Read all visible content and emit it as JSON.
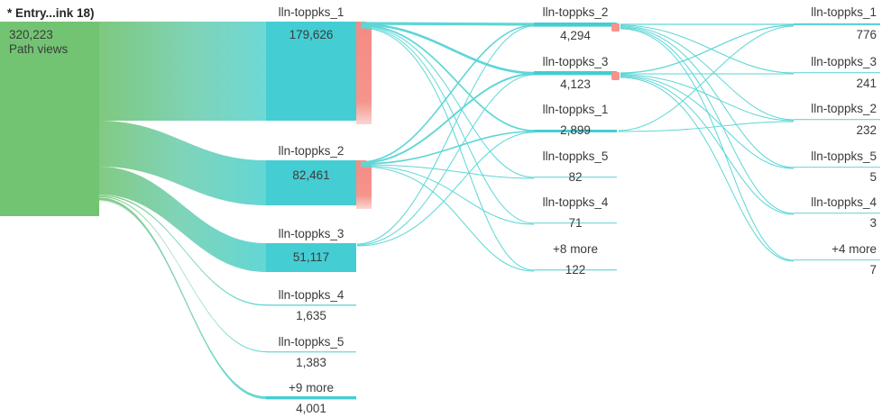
{
  "header": {
    "title": "* Entry...ink 18)"
  },
  "entry": {
    "value": "320,223",
    "caption": "Path views",
    "color": "#72c472"
  },
  "colors": {
    "entry_green": "#72c472",
    "node_teal": "#44cdd3",
    "link_teal": "#5ed6d6",
    "dropoff_salmon": "#f5948c",
    "text": "#3b3b3b",
    "title_text": "#262626"
  },
  "chart_data": {
    "type": "sankey",
    "title": "* Entry...ink 18)",
    "total_label": "Path views",
    "total_value": 320223,
    "columns": [
      {
        "index": 0,
        "name": "entry",
        "nodes": [
          {
            "label": "320,223",
            "sublabel": "Path views",
            "value": 320223
          }
        ]
      },
      {
        "index": 1,
        "name": "step-1",
        "nodes": [
          {
            "label": "lln-toppks_1",
            "value": 179626,
            "value_text": "179,626",
            "has_dropoff": true
          },
          {
            "label": "lln-toppks_2",
            "value": 82461,
            "value_text": "82,461",
            "has_dropoff": true
          },
          {
            "label": "lln-toppks_3",
            "value": 51117,
            "value_text": "51,117",
            "has_dropoff": false
          },
          {
            "label": "lln-toppks_4",
            "value": 1635,
            "value_text": "1,635",
            "has_dropoff": false
          },
          {
            "label": "lln-toppks_5",
            "value": 1383,
            "value_text": "1,383",
            "has_dropoff": false
          },
          {
            "label": "+9 more",
            "value": 4001,
            "value_text": "4,001",
            "has_dropoff": false
          }
        ]
      },
      {
        "index": 2,
        "name": "step-2",
        "nodes": [
          {
            "label": "lln-toppks_2",
            "value": 4294,
            "value_text": "4,294",
            "has_dropoff": true
          },
          {
            "label": "lln-toppks_3",
            "value": 4123,
            "value_text": "4,123",
            "has_dropoff": true
          },
          {
            "label": "lln-toppks_1",
            "value": 2899,
            "value_text": "2,899",
            "has_dropoff": false
          },
          {
            "label": "lln-toppks_5",
            "value": 82,
            "value_text": "82",
            "has_dropoff": false
          },
          {
            "label": "lln-toppks_4",
            "value": 71,
            "value_text": "71",
            "has_dropoff": false
          },
          {
            "label": "+8 more",
            "value": 122,
            "value_text": "122",
            "has_dropoff": false
          }
        ]
      },
      {
        "index": 3,
        "name": "step-3",
        "nodes": [
          {
            "label": "lln-toppks_1",
            "value": 776,
            "value_text": "776",
            "has_dropoff": false
          },
          {
            "label": "lln-toppks_3",
            "value": 241,
            "value_text": "241",
            "has_dropoff": false
          },
          {
            "label": "lln-toppks_2",
            "value": 232,
            "value_text": "232",
            "has_dropoff": false
          },
          {
            "label": "lln-toppks_5",
            "value": 5,
            "value_text": "5",
            "has_dropoff": false
          },
          {
            "label": "lln-toppks_4",
            "value": 3,
            "value_text": "3",
            "has_dropoff": false
          },
          {
            "label": "+4 more",
            "value": 7,
            "value_text": "7",
            "has_dropoff": false
          }
        ]
      }
    ]
  }
}
